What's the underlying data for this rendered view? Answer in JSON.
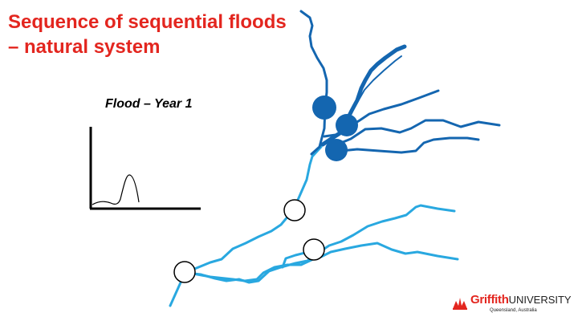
{
  "slide": {
    "title_line1": "Sequence of sequential floods",
    "title_line2": "– natural system",
    "flood_label": "Flood – Year 1"
  },
  "logo": {
    "name_red": "Griffith",
    "name_black": "UNIVERSITY",
    "subtitle": "Queensland, Australia"
  },
  "colors": {
    "title_red": "#e3261f",
    "river_light": "#29a8e0",
    "river_dark": "#1466b0",
    "node_filled": "#1466b0"
  }
}
